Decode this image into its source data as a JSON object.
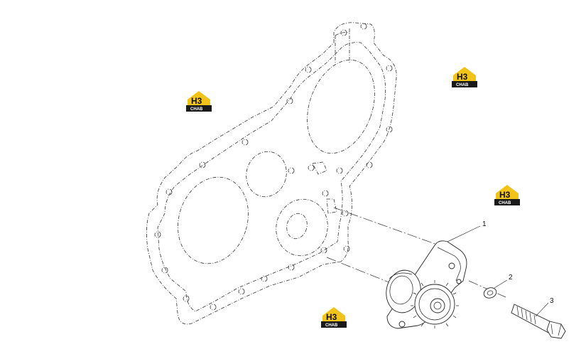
{
  "callouts": [
    {
      "label": "1"
    },
    {
      "label": "2"
    },
    {
      "label": "3"
    }
  ],
  "watermark": {
    "letters": "H3",
    "subtitle": "CHAB",
    "accent": "#f2c318",
    "dark": "#1a1a1a"
  },
  "colors": {
    "line": "#222222",
    "background": "#ffffff"
  }
}
